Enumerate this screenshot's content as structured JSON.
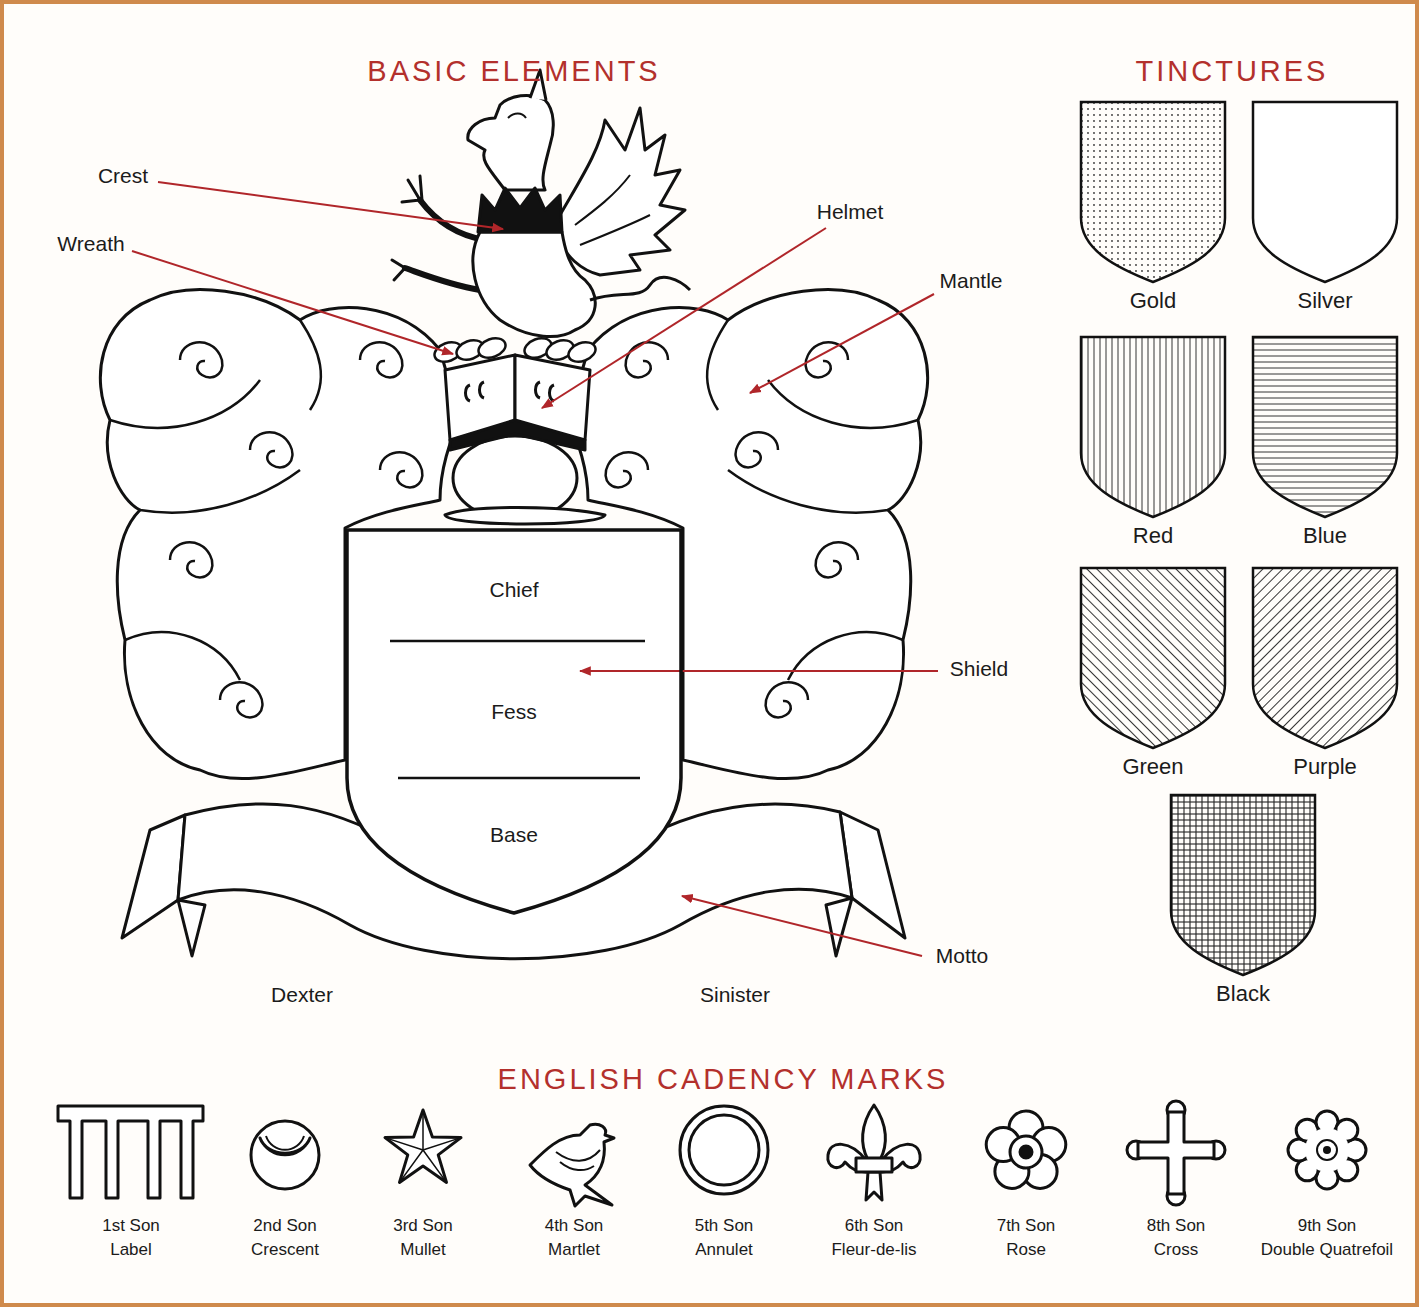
{
  "diagram": {
    "nodes": [
      {
        "text": [
          "Chief",
          "Fess",
          "Base"
        ]
      },
      {
        "text": [
          "Gold"
        ]
      },
      {
        "text": [
          "Silver"
        ]
      },
      {
        "text": [
          "Red"
        ]
      },
      {
        "text": [
          "Blue"
        ]
      },
      {
        "text": [
          "Green"
        ]
      },
      {
        "text": [
          "Purple"
        ]
      },
      {
        "text": [
          "Black"
        ]
      }
    ],
    "labels": [
      "BASIC ELEMENTS",
      "TINCTURES",
      "Crest",
      "Wreath",
      "Helmet",
      "Mantle",
      "Shield",
      "Motto",
      "Dexter",
      "Sinister",
      "ENGLISH CADENCY MARKS",
      "1st Son",
      "Label",
      "2nd Son",
      "Crescent",
      "3rd Son",
      "Mullet",
      "4th Son",
      "Martlet",
      "5th Son",
      "Annulet",
      "6th Son",
      "Fleur-de-lis",
      "7th Son",
      "Rose",
      "8th Son",
      "Cross",
      "9th Son",
      "Double Quatrefoil"
    ]
  }
}
